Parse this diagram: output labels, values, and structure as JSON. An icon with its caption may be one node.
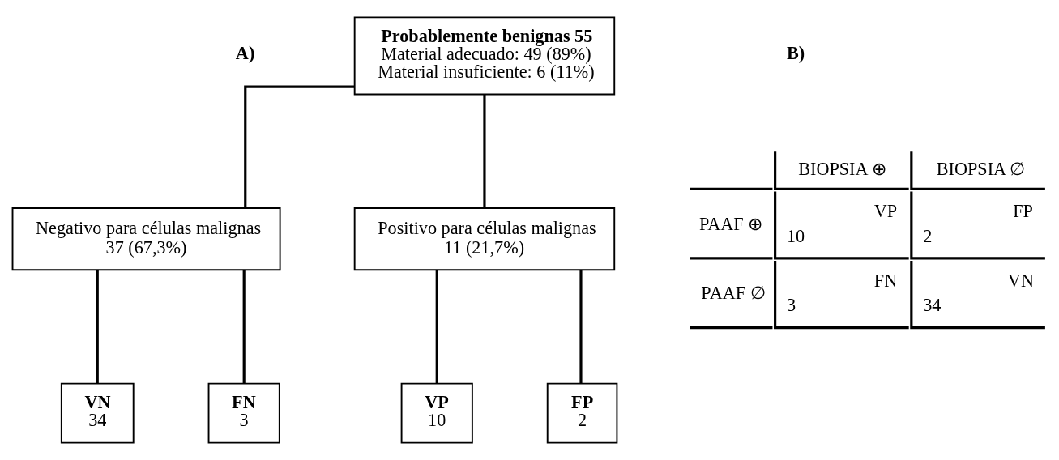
{
  "diagram": {
    "nodes": [
      {
        "text": [
          "Probablemente benignas 55",
          "Material adecuado: 49 (89%)",
          "Material insuficiente: 6 (11%)"
        ]
      },
      {
        "text": [
          "Negativo para células malignas",
          "37 (67,3%)"
        ]
      },
      {
        "text": [
          "Positivo para células malignas",
          "11 (21,7%)"
        ]
      },
      {
        "text": [
          "VN",
          "34"
        ]
      },
      {
        "text": [
          "FN",
          "3"
        ]
      },
      {
        "text": [
          "VP",
          "10"
        ]
      },
      {
        "text": [
          "FP",
          "2"
        ]
      }
    ],
    "edges": [
      {
        "from": 0,
        "to": 1,
        "arrow": "none"
      },
      {
        "from": 0,
        "to": 2,
        "arrow": "none"
      },
      {
        "from": 1,
        "to": 3,
        "arrow": "none"
      },
      {
        "from": 1,
        "to": 4,
        "arrow": "none"
      },
      {
        "from": 2,
        "to": 5,
        "arrow": "none"
      },
      {
        "from": 2,
        "to": 6,
        "arrow": "none"
      }
    ],
    "labels": [
      "A)",
      "B)",
      "BIOPSIA ⊕",
      "BIOPSIA ∅",
      "PAAF ⊕",
      "VP",
      "10",
      "FP",
      "2",
      "PAAF ∅",
      "FN",
      "3",
      "VN",
      "34"
    ]
  }
}
